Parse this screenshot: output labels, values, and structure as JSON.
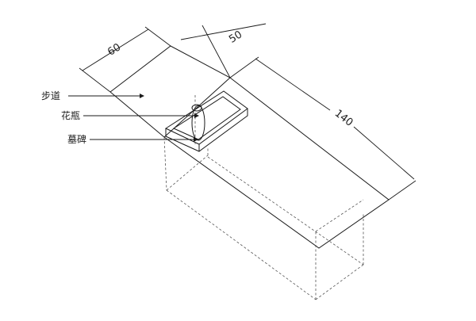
{
  "dimensions": {
    "sidewalk_width": "60",
    "grave_width": "50",
    "grave_length": "140"
  },
  "labels": {
    "sidewalk": "步道",
    "vase": "花瓶",
    "tombstone": "墓碑"
  },
  "colors": {
    "line": "#1a1a1a",
    "hidden_line": "#555555",
    "background": "#ffffff"
  }
}
